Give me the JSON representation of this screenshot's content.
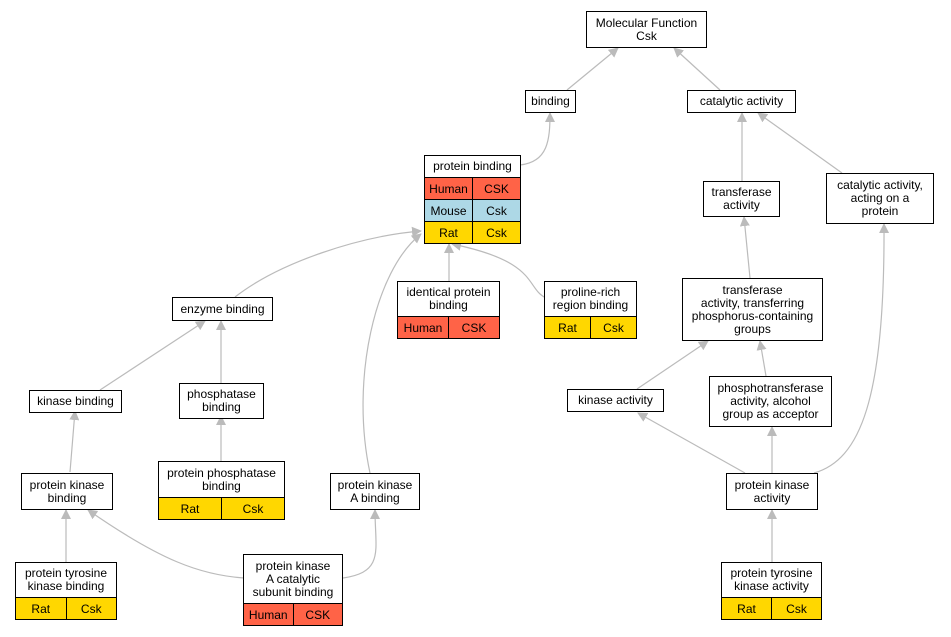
{
  "colors": {
    "human": "#ff6347",
    "mouse": "#add8e6",
    "rat": "#ffd700",
    "edge": "#bbbbbb"
  },
  "nodes": {
    "mf": {
      "lines": [
        "Molecular Function",
        "Csk"
      ],
      "ann": []
    },
    "binding": {
      "lines": [
        "binding"
      ],
      "ann": []
    },
    "catalytic": {
      "lines": [
        "catalytic activity"
      ],
      "ann": []
    },
    "protein_binding": {
      "lines": [
        "protein binding"
      ],
      "ann": [
        {
          "species": "Human",
          "gene": "CSK",
          "color": "human"
        },
        {
          "species": "Mouse",
          "gene": "Csk",
          "color": "mouse"
        },
        {
          "species": "Rat",
          "gene": "Csk",
          "color": "rat"
        }
      ]
    },
    "transferase": {
      "lines": [
        "transferase",
        "activity"
      ],
      "ann": []
    },
    "cat_protein": {
      "lines": [
        "catalytic activity,",
        "acting on a",
        "protein"
      ],
      "ann": []
    },
    "enzyme_binding": {
      "lines": [
        "enzyme binding"
      ],
      "ann": []
    },
    "identical": {
      "lines": [
        "identical protein",
        "binding"
      ],
      "ann": [
        {
          "species": "Human",
          "gene": "CSK",
          "color": "human"
        }
      ]
    },
    "proline": {
      "lines": [
        "proline-rich",
        "region binding"
      ],
      "ann": [
        {
          "species": "Rat",
          "gene": "Csk",
          "color": "rat"
        }
      ]
    },
    "transferase_p": {
      "lines": [
        "transferase",
        "activity, transferring",
        "phosphorus-containing",
        "groups"
      ],
      "ann": []
    },
    "kinase_binding": {
      "lines": [
        "kinase binding"
      ],
      "ann": []
    },
    "phosphatase": {
      "lines": [
        "phosphatase",
        "binding"
      ],
      "ann": []
    },
    "kinase_activity": {
      "lines": [
        "kinase activity"
      ],
      "ann": []
    },
    "phosphotransferase": {
      "lines": [
        "phosphotransferase",
        "activity, alcohol",
        "group as acceptor"
      ],
      "ann": []
    },
    "pk_binding": {
      "lines": [
        "protein kinase",
        "binding"
      ],
      "ann": []
    },
    "pp_binding": {
      "lines": [
        "protein phosphatase",
        "binding"
      ],
      "ann": [
        {
          "species": "Rat",
          "gene": "Csk",
          "color": "rat"
        }
      ]
    },
    "pka_binding": {
      "lines": [
        "protein kinase",
        "A binding"
      ],
      "ann": []
    },
    "pk_activity": {
      "lines": [
        "protein kinase",
        "activity"
      ],
      "ann": []
    },
    "ptk_binding": {
      "lines": [
        "protein tyrosine",
        "kinase binding"
      ],
      "ann": [
        {
          "species": "Rat",
          "gene": "Csk",
          "color": "rat"
        }
      ]
    },
    "pka_cat": {
      "lines": [
        "protein kinase",
        "A catalytic",
        "subunit binding"
      ],
      "ann": [
        {
          "species": "Human",
          "gene": "CSK",
          "color": "human"
        }
      ]
    },
    "ptk_activity": {
      "lines": [
        "protein tyrosine",
        "kinase activity"
      ],
      "ann": [
        {
          "species": "Rat",
          "gene": "Csk",
          "color": "rat"
        }
      ]
    }
  }
}
